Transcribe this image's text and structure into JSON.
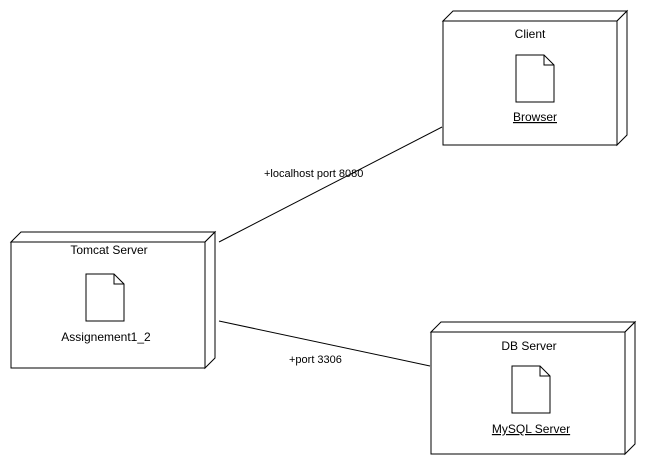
{
  "diagram": {
    "nodes": {
      "client": {
        "title": "Client",
        "artifact": "Browser"
      },
      "tomcat": {
        "title": "Tomcat Server",
        "artifact": "Assignement1_2"
      },
      "db": {
        "title": "DB Server",
        "artifact": "MySQL Server"
      }
    },
    "edges": {
      "tomcat_client": {
        "label": "+localhost port 8080"
      },
      "tomcat_db": {
        "label": "+port 3306"
      }
    }
  }
}
